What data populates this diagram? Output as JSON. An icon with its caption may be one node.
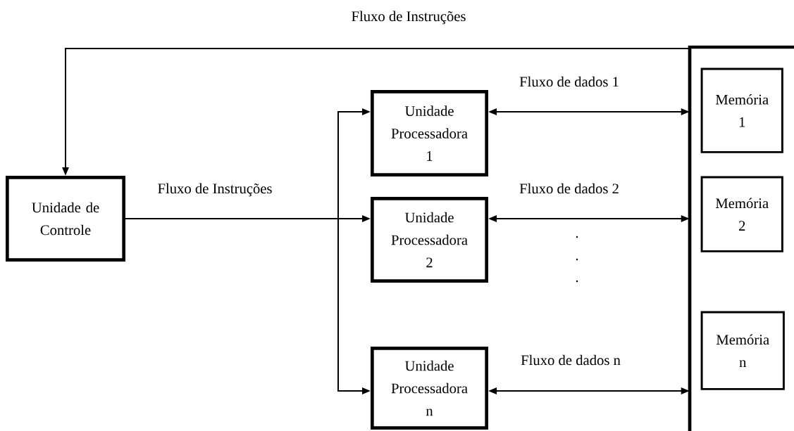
{
  "diagram": {
    "nodes": [
      {
        "text": [
          "Unidade de Controle"
        ]
      },
      {
        "text": [],
        "shape": "box"
      },
      {
        "text": [
          "Memória 1"
        ],
        "in": 1
      },
      {
        "text": [
          "Memória 2"
        ],
        "in": 1
      },
      {
        "text": [
          "Memória n"
        ],
        "in": 1
      },
      {
        "text": [
          "Unidade Processadora 1"
        ]
      },
      {
        "text": [
          "Unidade Processadora 2"
        ]
      },
      {
        "text": [
          "Unidade Processadora n"
        ]
      }
    ],
    "edges": [
      {
        "from": 1,
        "to": 0,
        "arrow": "to",
        "label": "Fluxo de Instruções"
      },
      {
        "from": 0,
        "to": 5,
        "arrow": "to"
      },
      {
        "from": 0,
        "to": 6,
        "arrow": "to",
        "label": "Fluxo de Instruções"
      },
      {
        "from": 0,
        "to": 7,
        "arrow": "to"
      },
      {
        "from": 5,
        "to": 1,
        "arrow": "both",
        "label": "Fluxo de dados 1"
      },
      {
        "from": 6,
        "to": 1,
        "arrow": "both",
        "label": "Fluxo de dados 2"
      },
      {
        "from": 7,
        "to": 1,
        "arrow": "both",
        "label": "Fluxo de dados n"
      }
    ],
    "labels": [
      ".",
      ".",
      "."
    ]
  }
}
